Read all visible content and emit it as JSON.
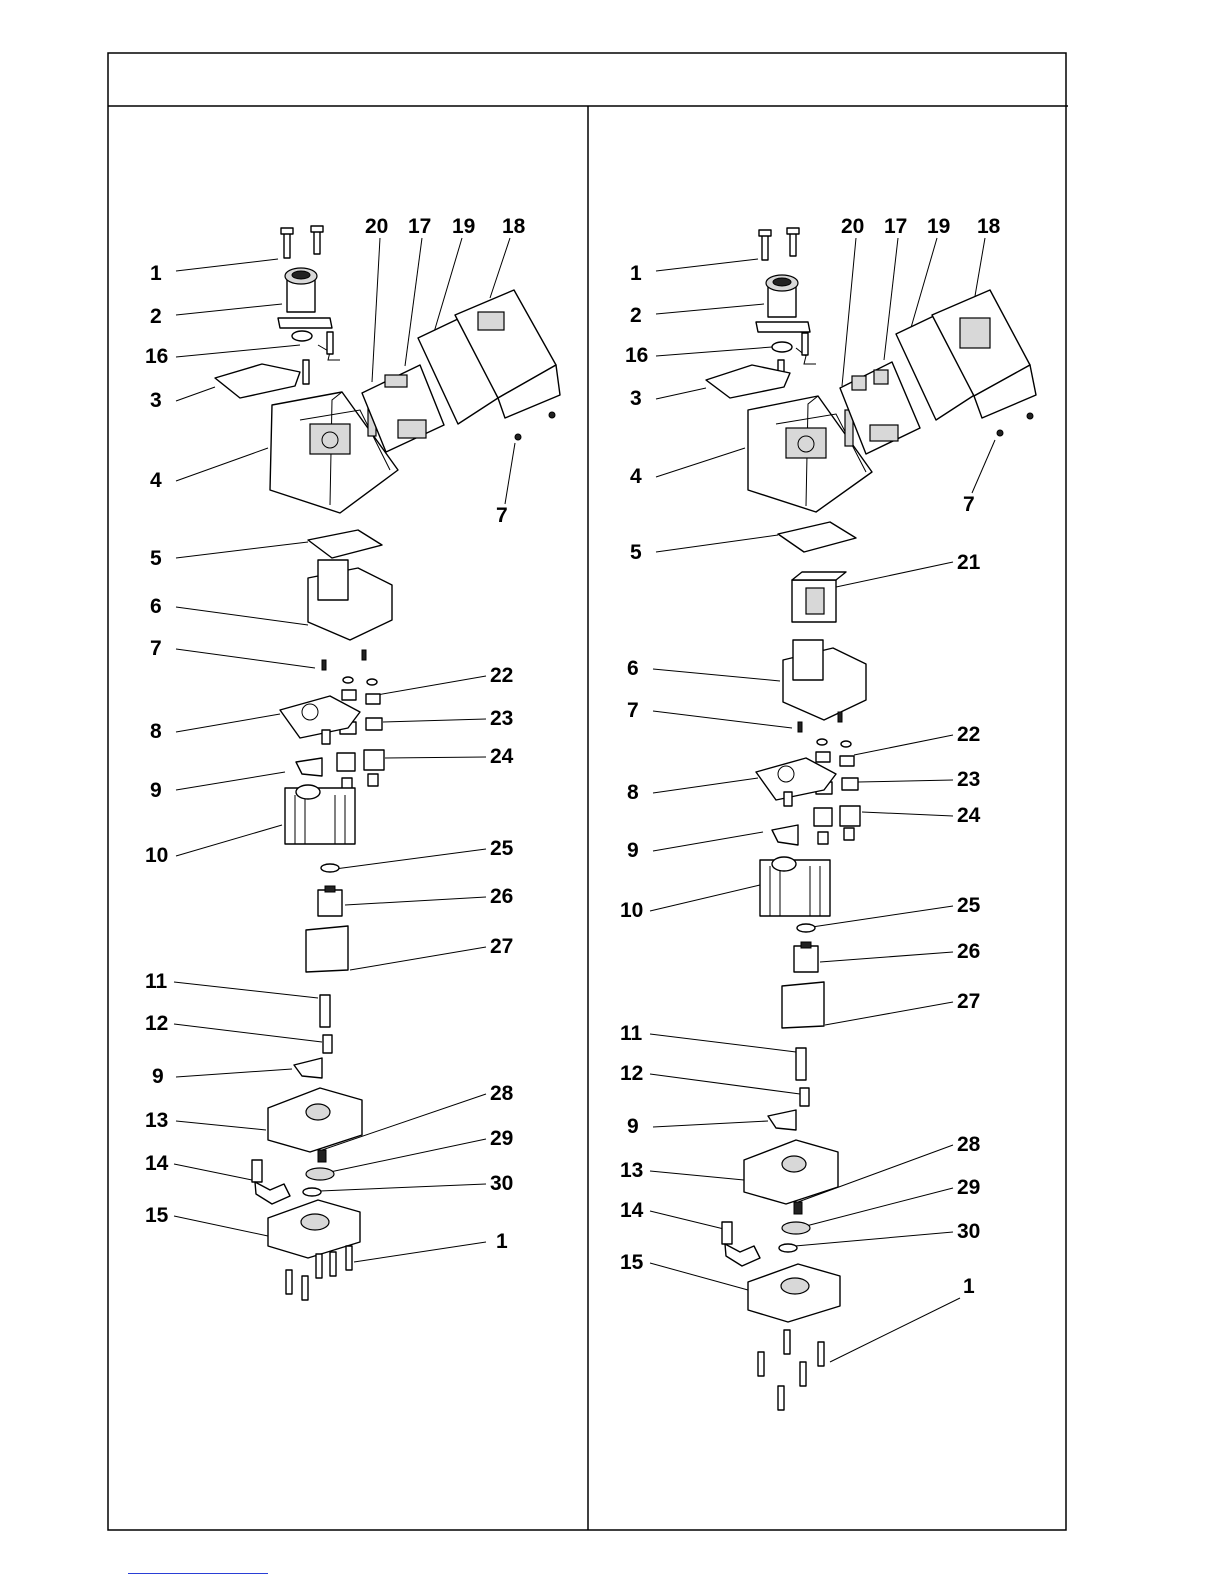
{
  "diagram": {
    "left_panel": {
      "callouts": [
        "1",
        "2",
        "16",
        "3",
        "4",
        "20",
        "17",
        "19",
        "18",
        "7",
        "5",
        "6",
        "7",
        "8",
        "9",
        "10",
        "22",
        "23",
        "24",
        "25",
        "26",
        "27",
        "11",
        "12",
        "9",
        "13",
        "28",
        "29",
        "14",
        "30",
        "15",
        "1"
      ]
    },
    "right_panel": {
      "callouts": [
        "1",
        "2",
        "16",
        "3",
        "4",
        "20",
        "17",
        "19",
        "18",
        "7",
        "5",
        "21",
        "6",
        "7",
        "8",
        "9",
        "10",
        "22",
        "23",
        "24",
        "25",
        "26",
        "27",
        "11",
        "12",
        "9",
        "13",
        "28",
        "29",
        "14",
        "30",
        "15",
        "1"
      ]
    },
    "colors": {
      "line": "#000000",
      "footer_link": "#2a3fd6"
    }
  }
}
